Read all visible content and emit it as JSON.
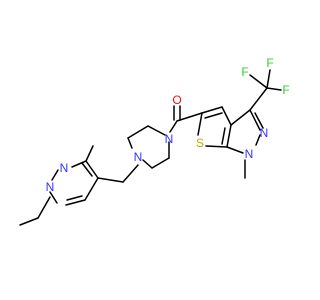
{
  "colors": {
    "bond": "#000000",
    "nitrogen": "#3333ff",
    "oxygen": "#ff0d0d",
    "sulfur": "#b2b200",
    "fluorine": "#33cc33",
    "background": "#ffffff"
  },
  "atoms": {
    "o_carbonyl": "O",
    "n_piperazine_1": "N",
    "n_piperazine_4": "N",
    "s_thiophene": "S",
    "n_ring_n1": "N",
    "n_ring_n2": "N",
    "n_pz_1": "N",
    "n_pz_2": "N",
    "f_1": "F",
    "f_2": "F",
    "f_3": "F"
  }
}
